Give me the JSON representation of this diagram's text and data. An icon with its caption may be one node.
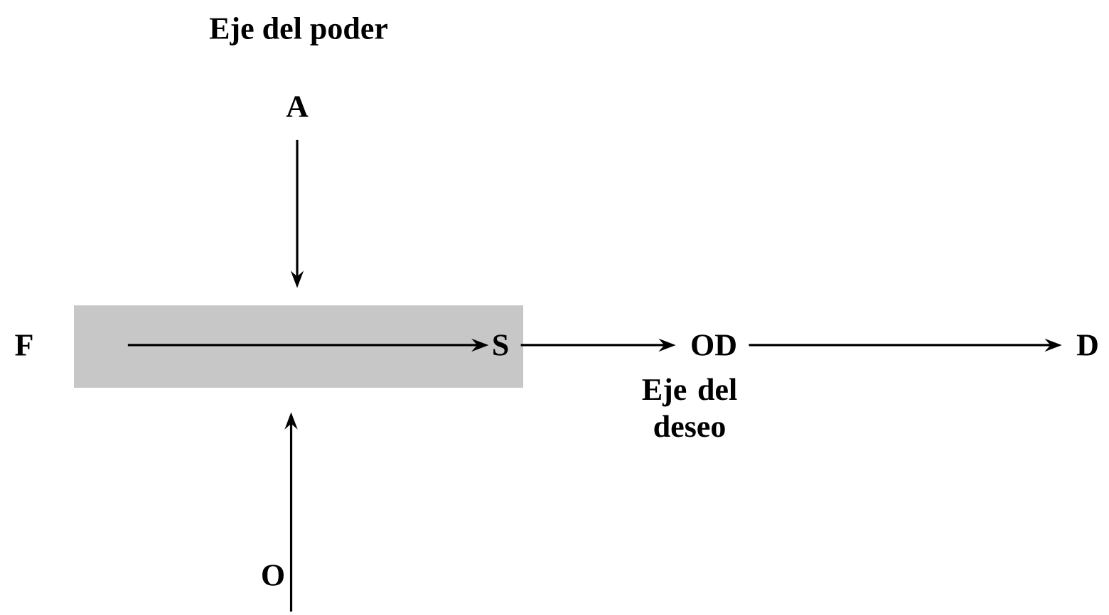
{
  "diagram": {
    "title": "Eje del poder",
    "nodes": [
      {
        "text": [
          "A"
        ]
      },
      {
        "text": [
          "F"
        ]
      },
      {
        "text": [],
        "shape": "box"
      },
      {
        "text": [
          "S"
        ],
        "in": 2
      },
      {
        "text": [
          "OD"
        ]
      },
      {
        "text": [
          "D"
        ]
      },
      {
        "text": [
          "O"
        ]
      }
    ],
    "edges": [
      {
        "from": 0,
        "to": 2,
        "arrow": "to"
      },
      {
        "from": 1,
        "to": 3,
        "arrow": "to"
      },
      {
        "from": 3,
        "to": 4,
        "arrow": "to"
      },
      {
        "from": 4,
        "to": 5,
        "arrow": "to"
      },
      {
        "from": 6,
        "to": 2,
        "arrow": "to"
      }
    ],
    "labels": [
      "Eje del deseo"
    ]
  }
}
